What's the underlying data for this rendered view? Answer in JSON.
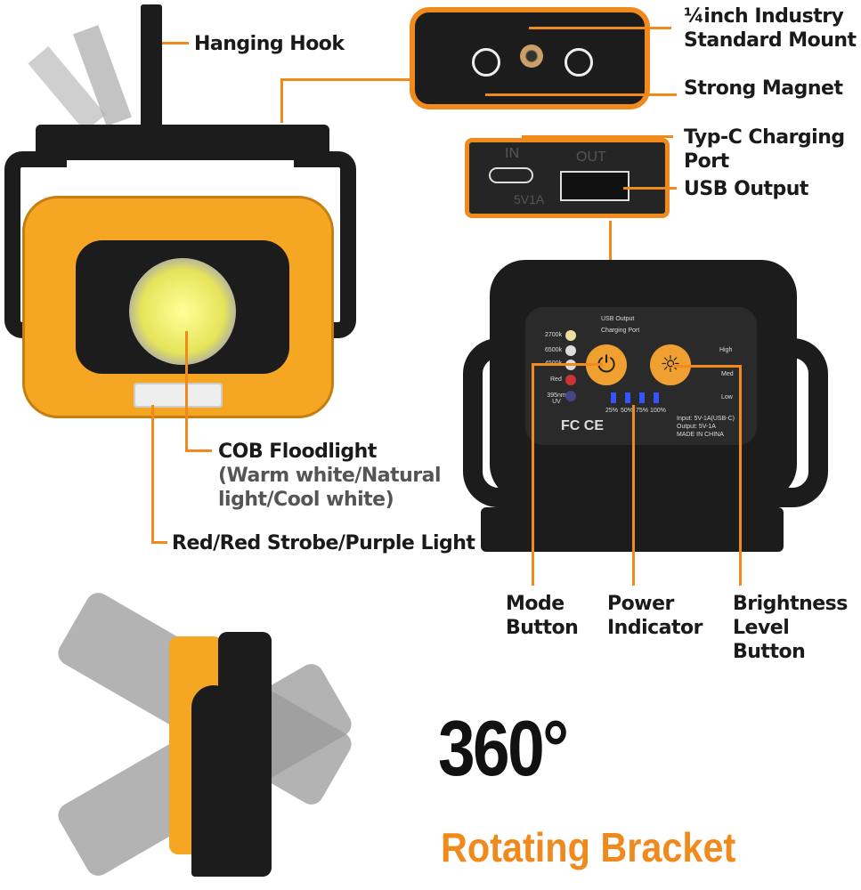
{
  "callouts": {
    "hanging_hook": "Hanging Hook",
    "mount_line1": "¼inch Industry",
    "mount_line2": "Standard Mount",
    "strong_magnet": "Strong Magnet",
    "typec_line1": "Typ-C Charging",
    "typec_line2": "Port",
    "usb_output": "USB Output",
    "cob_title": "COB Floodlight",
    "cob_sub1": "(Warm white/Natural",
    "cob_sub2": "light/Cool white)",
    "red_light": "Red/Red Strobe/Purple Light",
    "mode_line1": "Mode",
    "mode_line2": "Button",
    "power_line1": "Power",
    "power_line2": "Indicator",
    "bright_line1": "Brightness",
    "bright_line2": "Level Button"
  },
  "port_panel": {
    "in": "IN",
    "out": "OUT",
    "rating": "5V1A"
  },
  "back_panel": {
    "usb_output": "USB Output",
    "charging_port": "Charging Port",
    "modes": [
      "2700k",
      "6500k",
      "4500k",
      "Red",
      "395nm UV"
    ],
    "levels": [
      "High",
      "Med",
      "Low"
    ],
    "battery": [
      "25%",
      "50%",
      "75%",
      "100%"
    ],
    "cert": "FC  CE",
    "specs": [
      "Input: 5V-1A(USB-C)",
      "Output: 5V-1A",
      "MADE IN CHINA"
    ]
  },
  "headline": {
    "degrees": "360°",
    "caption": "Rotating Bracket"
  },
  "colors": {
    "accent": "#f08a1c",
    "body": "#f5a623",
    "dark": "#1c1c1c"
  }
}
